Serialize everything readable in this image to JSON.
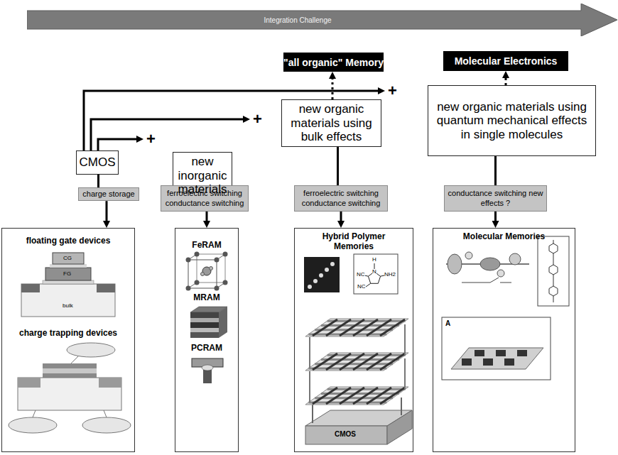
{
  "diagram": {
    "nodes": [
      {
        "text": [
          "Integration Challenge"
        ]
      },
      {
        "text": [
          "\"all organic\" Memory"
        ]
      },
      {
        "text": [
          "Molecular Electronics"
        ]
      },
      {
        "text": [
          "new organic materials using bulk effects"
        ]
      },
      {
        "text": [
          "new organic materials using quantum mechanical effects in single molecules"
        ]
      },
      {
        "text": [
          "CMOS"
        ]
      },
      {
        "text": [
          "new inorganic materials"
        ]
      },
      {
        "text": [
          "charge storage"
        ]
      },
      {
        "text": [
          "ferroelectric switching conductance switching"
        ]
      },
      {
        "text": [
          "ferroelectric switching conductance switching"
        ]
      },
      {
        "text": [
          "conductance switching new effects ?"
        ]
      },
      {
        "text": [
          "floating gate devices",
          "charge trapping devices"
        ]
      },
      {
        "text": [
          "FeRAM",
          "MRAM",
          "PCRAM"
        ]
      },
      {
        "text": [
          "Hybrid Polymer Memories"
        ]
      },
      {
        "text": [
          "Molecular Memories"
        ]
      }
    ],
    "edges": [
      {
        "from": 3,
        "to": 1,
        "arrow": "to"
      },
      {
        "from": 4,
        "to": 2,
        "arrow": "to"
      },
      {
        "from": 5,
        "to": 7,
        "arrow": "none"
      },
      {
        "from": 7,
        "to": 11,
        "arrow": "to"
      },
      {
        "from": 6,
        "to": 8,
        "arrow": "none"
      },
      {
        "from": 8,
        "to": 12,
        "arrow": "to"
      },
      {
        "from": 3,
        "to": 9,
        "arrow": "none"
      },
      {
        "from": 9,
        "to": 13,
        "arrow": "to"
      },
      {
        "from": 4,
        "to": 10,
        "arrow": "none"
      },
      {
        "from": 10,
        "to": 14,
        "arrow": "to"
      }
    ],
    "labels": [
      "+",
      "+",
      "+",
      "CG",
      "FG",
      "bulk",
      "H",
      "N",
      "NC",
      "NH2",
      "NC",
      "CMOS",
      "A"
    ]
  }
}
